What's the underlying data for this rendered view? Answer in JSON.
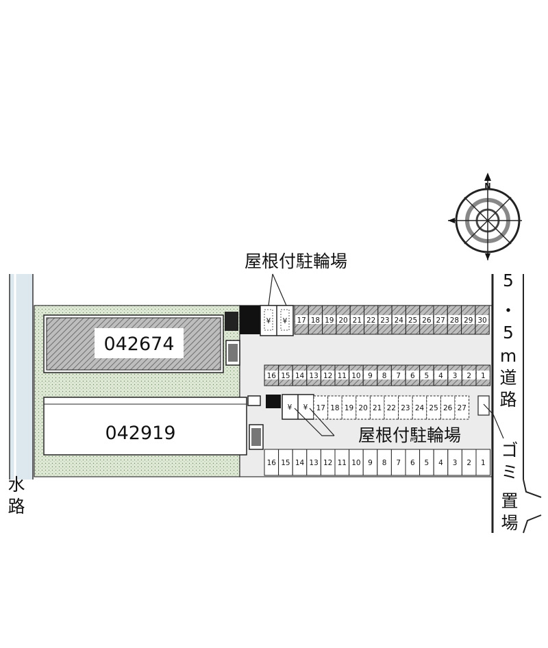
{
  "buildings": [
    {
      "id": "042674"
    },
    {
      "id": "042919"
    }
  ],
  "bicycle_parking_labels": [
    "屋根付駐輪場",
    "屋根付駐輪場"
  ],
  "road_label": [
    "5",
    "・",
    "5",
    "m",
    "道",
    "路"
  ],
  "waterway_label": [
    "水",
    "路"
  ],
  "garbage_label": [
    "ゴ",
    "ミ",
    "置",
    "場"
  ],
  "compass": {
    "north_label": "N"
  },
  "parking_rows": {
    "top_row": [
      "17",
      "18",
      "19",
      "20",
      "21",
      "22",
      "23",
      "24",
      "25",
      "26",
      "27",
      "28",
      "29",
      "30"
    ],
    "middle_row": [
      "16",
      "15",
      "14",
      "13",
      "12",
      "11",
      "10",
      "9",
      "8",
      "7",
      "6",
      "5",
      "4",
      "3",
      "2",
      "1"
    ],
    "lower_row": [
      "17",
      "18",
      "19",
      "20",
      "21",
      "22",
      "23",
      "24",
      "25",
      "26",
      "27"
    ],
    "bottom_row": [
      "16",
      "15",
      "14",
      "13",
      "12",
      "11",
      "10",
      "9",
      "8",
      "7",
      "6",
      "5",
      "4",
      "3",
      "2",
      "1"
    ]
  },
  "colors": {
    "greenery": "#dfe9d6",
    "lot_fill": "#ececec",
    "hatched_building": "#9a9a9a",
    "outline": "#111111"
  }
}
